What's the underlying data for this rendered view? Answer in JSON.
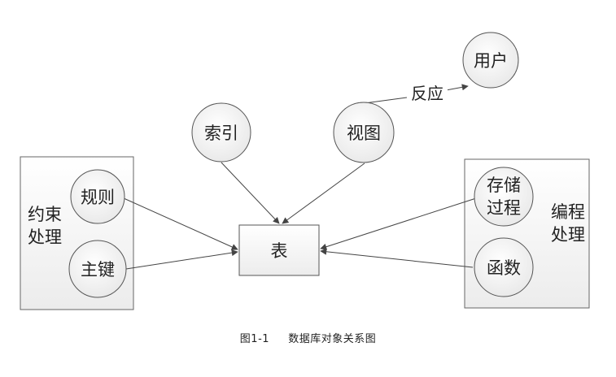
{
  "caption": "图1-1     数据库对象关系图",
  "nodes": {
    "table": "表",
    "index": "索引",
    "view": "视图",
    "user": "用户",
    "rule": "规则",
    "primary_key": "主键",
    "stored_proc_line1": "存储",
    "stored_proc_line2": "过程",
    "function": "函数"
  },
  "groups": {
    "constraint_line1": "约束",
    "constraint_line2": "处理",
    "programming_line1": "编程",
    "programming_line2": "处理"
  },
  "edges": {
    "view_user_label": "反应"
  },
  "colors": {
    "fill": "#f3f3f3",
    "stroke": "#555555",
    "text": "#222222"
  }
}
